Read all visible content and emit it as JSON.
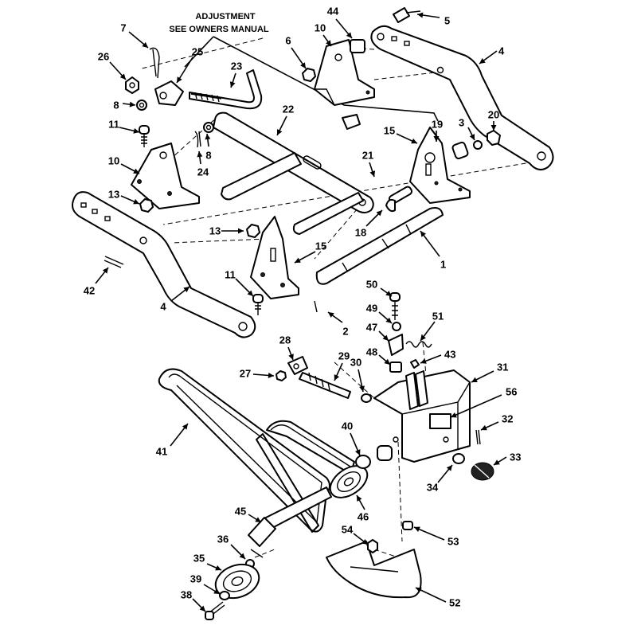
{
  "note": {
    "line1": "ADJUSTMENT",
    "line2": "SEE OWNERS MANUAL"
  },
  "callouts": [
    {
      "id": "c1",
      "label": "1"
    },
    {
      "id": "c2",
      "label": "2"
    },
    {
      "id": "c3",
      "label": "3"
    },
    {
      "id": "c4a",
      "label": "4"
    },
    {
      "id": "c4b",
      "label": "4"
    },
    {
      "id": "c5",
      "label": "5"
    },
    {
      "id": "c6",
      "label": "6"
    },
    {
      "id": "c7",
      "label": "7"
    },
    {
      "id": "c8a",
      "label": "8"
    },
    {
      "id": "c8b",
      "label": "8"
    },
    {
      "id": "c10a",
      "label": "10"
    },
    {
      "id": "c10b",
      "label": "10"
    },
    {
      "id": "c11a",
      "label": "11"
    },
    {
      "id": "c11b",
      "label": "11"
    },
    {
      "id": "c13a",
      "label": "13"
    },
    {
      "id": "c13b",
      "label": "13"
    },
    {
      "id": "c15a",
      "label": "15"
    },
    {
      "id": "c15b",
      "label": "15"
    },
    {
      "id": "c18",
      "label": "18"
    },
    {
      "id": "c19",
      "label": "19"
    },
    {
      "id": "c20",
      "label": "20"
    },
    {
      "id": "c21",
      "label": "21"
    },
    {
      "id": "c22",
      "label": "22"
    },
    {
      "id": "c23",
      "label": "23"
    },
    {
      "id": "c24",
      "label": "24"
    },
    {
      "id": "c25",
      "label": "25"
    },
    {
      "id": "c26",
      "label": "26"
    },
    {
      "id": "c27",
      "label": "27"
    },
    {
      "id": "c28",
      "label": "28"
    },
    {
      "id": "c29",
      "label": "29"
    },
    {
      "id": "c30",
      "label": "30"
    },
    {
      "id": "c31",
      "label": "31"
    },
    {
      "id": "c32",
      "label": "32"
    },
    {
      "id": "c33",
      "label": "33"
    },
    {
      "id": "c34",
      "label": "34"
    },
    {
      "id": "c35",
      "label": "35"
    },
    {
      "id": "c36",
      "label": "36"
    },
    {
      "id": "c38",
      "label": "38"
    },
    {
      "id": "c39",
      "label": "39"
    },
    {
      "id": "c40",
      "label": "40"
    },
    {
      "id": "c41",
      "label": "41"
    },
    {
      "id": "c42",
      "label": "42"
    },
    {
      "id": "c43",
      "label": "43"
    },
    {
      "id": "c44",
      "label": "44"
    },
    {
      "id": "c45",
      "label": "45"
    },
    {
      "id": "c46",
      "label": "46"
    },
    {
      "id": "c47",
      "label": "47"
    },
    {
      "id": "c48",
      "label": "48"
    },
    {
      "id": "c49",
      "label": "49"
    },
    {
      "id": "c50",
      "label": "50"
    },
    {
      "id": "c51",
      "label": "51"
    },
    {
      "id": "c52",
      "label": "52"
    },
    {
      "id": "c53",
      "label": "53"
    },
    {
      "id": "c54",
      "label": "54"
    },
    {
      "id": "c56",
      "label": "56"
    }
  ]
}
